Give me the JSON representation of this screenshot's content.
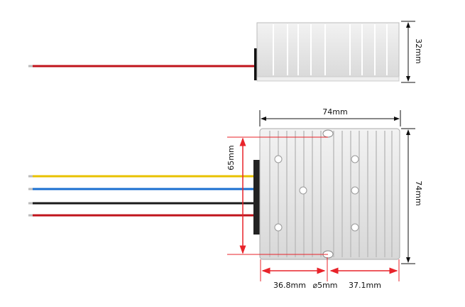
{
  "side_view": {
    "height_label": "32mm",
    "wire_color": "#c0141c"
  },
  "top_view": {
    "width_label": "74mm",
    "length_label": "74mm",
    "hole_spacing_label": "65mm",
    "left_offset_label": "36.8mm",
    "hole_diameter_label": "⌀5mm",
    "right_offset_label": "37.1mm",
    "wire_colors": [
      "#e8c200",
      "#1a6fd0",
      "#1a1a1a",
      "#c0141c"
    ]
  },
  "colors": {
    "dimension_red": "#e8232a",
    "dimension_black": "#111111",
    "housing": "#e4e4e4"
  }
}
